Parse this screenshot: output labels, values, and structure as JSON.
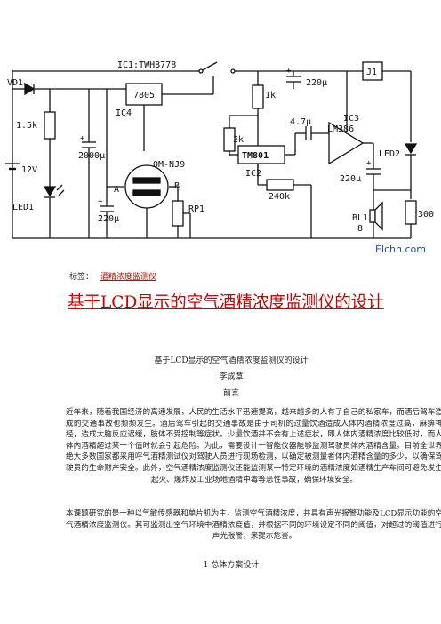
{
  "circuit": {
    "ic1": "IC1:TWH8778",
    "vd1": "VD1",
    "r15k": "1.5k",
    "v12": "12V",
    "led1": "LED1",
    "reg": "7805",
    "ic4": "IC4",
    "c2000": "2000μ",
    "sensor": "QM-NJ9",
    "pinA": "A",
    "pinB": "B",
    "c220a": "220μ",
    "rp1": "RP1",
    "r1k": "1k",
    "r3k": "3k",
    "tm801": "TM801",
    "ic2": "IC2",
    "r240k": "240k",
    "c47": "4.7μ",
    "ic3": "IC3",
    "lm386": "LM386",
    "c220top": "220μ",
    "j1": "J1",
    "led2": "LED2",
    "c220c": "220μ",
    "bl1": "BL1",
    "bl1_8": "8",
    "r300": "300",
    "plus": "+",
    "watermark": "Elchn.com"
  },
  "tags": {
    "label": "标签：",
    "link": "酒精浓度监测仪"
  },
  "article": {
    "title": "基于LCD显示的空气酒精浓度监测仪的设计",
    "subtitle": "基于LCD显示的空气酒精浓度监测仪的设计",
    "author": "李成章",
    "preface": "前言",
    "para1": "近年来，随着我国经济的高速发展，人民的生活水平迅速提高，越来越多的人有了自己的私家车，而酒后驾车造成的交通事故也频频发生。酒后驾车引起的交通事故是由于司机的过量饮酒造成人体内酒精浓度过高，麻痹神经，造成大脑反应迟缓，肢体不受控制等症状。少量饮酒并不会有上述症状，即人体内酒精浓度比较低时，而人体内酒精超过某一个值时就会引起危险。为此，需要设计一智能仪器能够监测驾驶员体内酒精含量。目前全世界绝大多数国家都采用呼气酒精测试仪对驾驶人员进行现场检测，以确定被测量者体内酒精含量的多少，以确保驾驶员的生命财产安全。此外，空气酒精浓度监测仪还能监测某一特定环境的酒精浓度如酒精生产车间可避免发生起火、爆炸及工业场地酒精中毒等恶性事故，确保环境安全。",
    "para2": "本课题研究的是一种以气敏传感器和单片机为主，监测空气酒精浓度，并具有声光报警功能及LCD显示功能的空气酒精浓度监测仪。其可监测出空气环境中酒精浓度值，并根据不同的环境设定不同的阈值，对超过的阈值进行声光报警，来提示危害。",
    "section1": "1 总体方案设计"
  }
}
